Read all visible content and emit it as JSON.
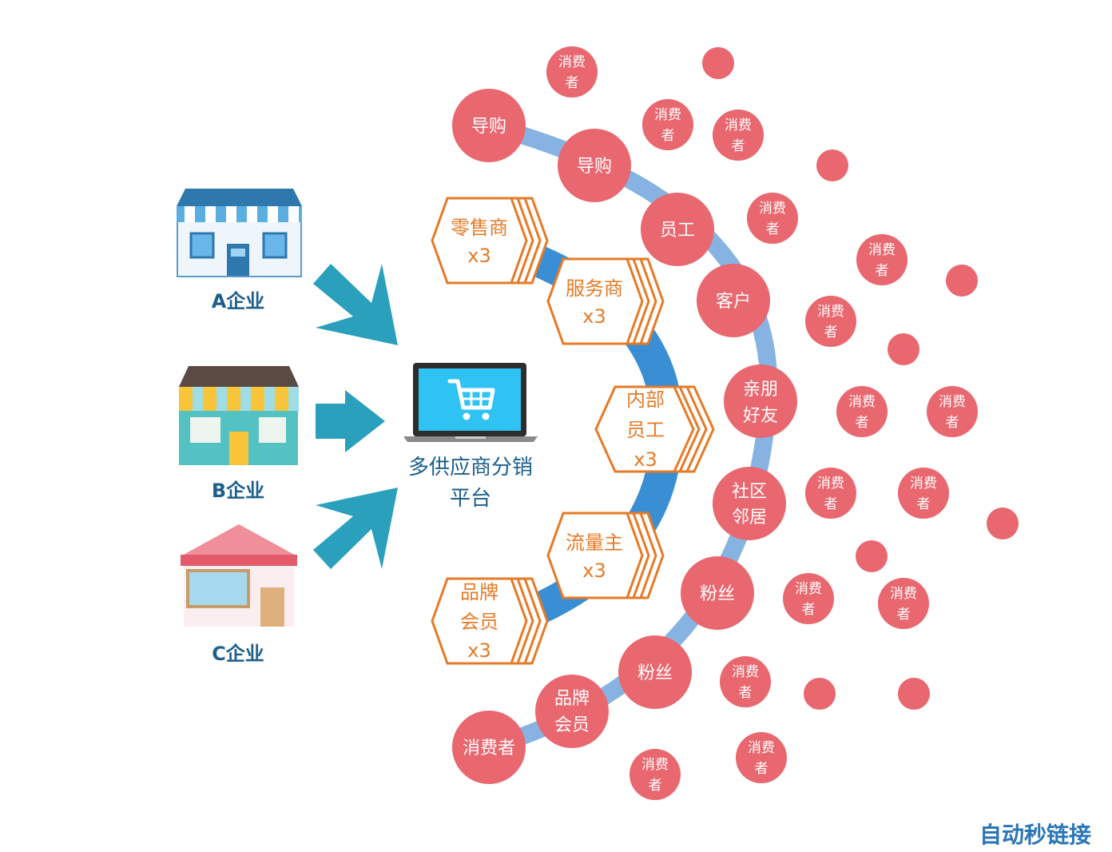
{
  "enterprises": [
    {
      "label": "A企业"
    },
    {
      "label": "B企业"
    },
    {
      "label": "C企业"
    }
  ],
  "platform": {
    "line1": "多供应商分销",
    "line2": "平台"
  },
  "channels": [
    {
      "line1": "零售商",
      "line2": "x3"
    },
    {
      "line1": "服务商",
      "line2": "x3"
    },
    {
      "line1": "内部",
      "line2": "员工",
      "line3": "x3"
    },
    {
      "line1": "流量主",
      "line2": "x3"
    },
    {
      "line1": "品牌",
      "line2": "会员",
      "line3": "x3"
    }
  ],
  "outer_nodes": [
    {
      "line1": "导购"
    },
    {
      "line1": "导购"
    },
    {
      "line1": "员工"
    },
    {
      "line1": "客户"
    },
    {
      "line1": "亲朋",
      "line2": "好友"
    },
    {
      "line1": "社区",
      "line2": "邻居"
    },
    {
      "line1": "粉丝"
    },
    {
      "line1": "粉丝"
    },
    {
      "line1": "品牌",
      "line2": "会员"
    },
    {
      "line1": "消费者"
    }
  ],
  "consumer": {
    "line1": "消费",
    "line2": "者"
  },
  "watermark": "自动秒链接",
  "colors": {
    "arrow": "#2aa0bd",
    "inner_arc": "#3a8fd4",
    "outer_arc": "#86b3e2",
    "node": "#e9676f",
    "hex": "#e67a26",
    "label": "#1d5f8c"
  }
}
